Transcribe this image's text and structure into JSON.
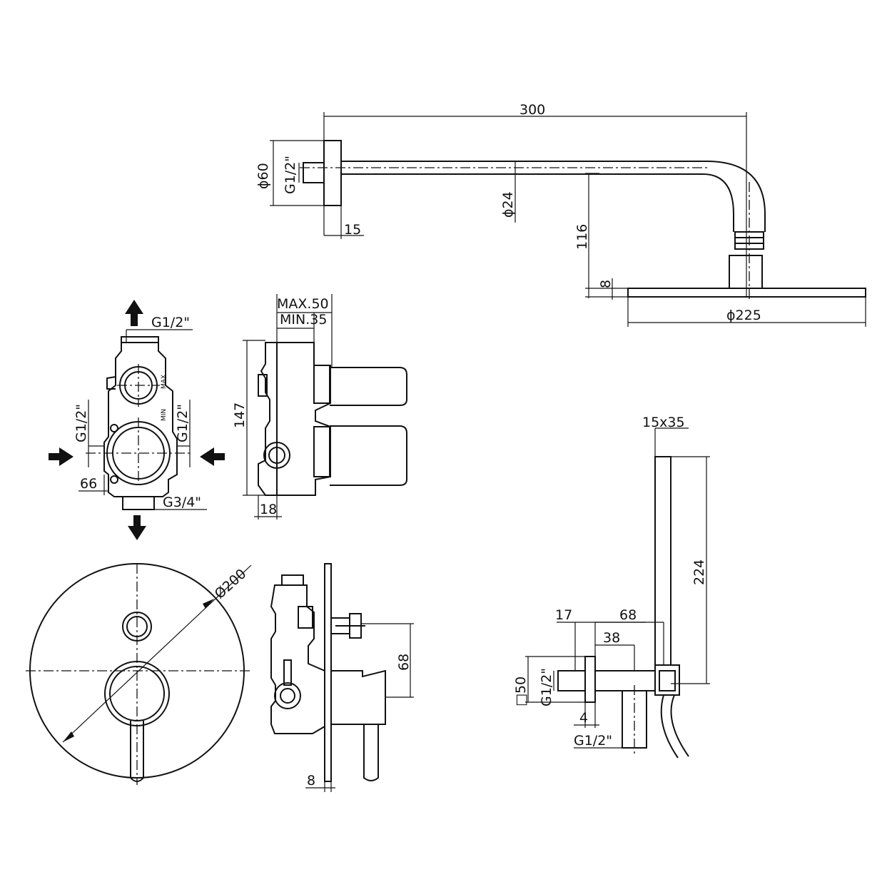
{
  "shower_arm": {
    "length": "300",
    "flange_diameter": "ϕ60",
    "thread": "G1/2\"",
    "flange_depth": "15",
    "tube_diameter": "ϕ24",
    "drop": "116",
    "head_thickness": "8",
    "head_diameter": "ϕ225"
  },
  "mixer_body_front": {
    "top_thread": "G1/2\"",
    "left_thread": "G1/2\"",
    "right_thread": "G1/2\"",
    "bottom_thread": "G3/4\"",
    "width": "66",
    "stamp_max": "MAX",
    "stamp_min": "MIN"
  },
  "mixer_body_side": {
    "max_depth": "MAX.50",
    "min_depth": "MIN.35",
    "height": "147",
    "offset": "18"
  },
  "trim_plate": {
    "diameter": "Ø200"
  },
  "trim_side": {
    "spout_drop": "68",
    "plate_thickness": "8"
  },
  "hand_shower": {
    "handle_section": "15x35",
    "handle_length": "224",
    "flange_depth": "17",
    "outlet_length": "68",
    "holder_offset": "38",
    "plate_size": "□50",
    "wall_thread": "G1/2\"",
    "plate_thickness": "4",
    "hose_thread": "G1/2\""
  }
}
